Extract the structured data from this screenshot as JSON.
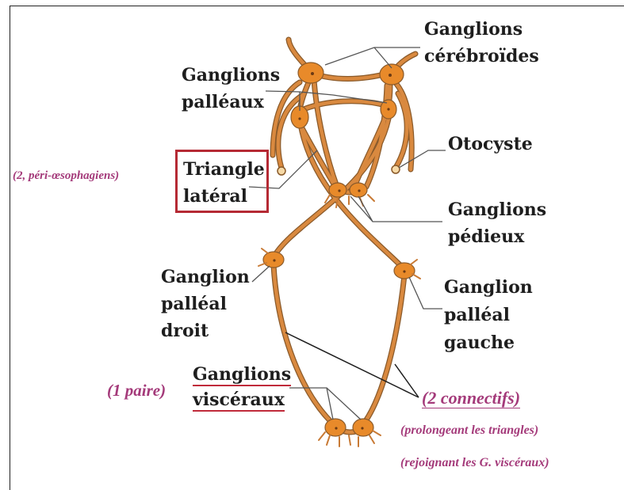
{
  "labels": {
    "ganglions_cerebroides_1": "Ganglions",
    "ganglions_cerebroides_2": "cérébroïdes",
    "ganglions_palleaux_1": "Ganglions",
    "ganglions_palleaux_2": "palléaux",
    "otocyste": "Otocyste",
    "triangle_1": "Triangle",
    "triangle_2": "latéral",
    "ganglions_pedieux_1": "Ganglions",
    "ganglions_pedieux_2": "pédieux",
    "ganglion_droit_1": "Ganglion",
    "ganglion_droit_2": "palléal",
    "ganglion_droit_3": "droit",
    "ganglion_gauche_1": "Ganglion",
    "ganglion_gauche_2": "palléal",
    "ganglion_gauche_3": "gauche",
    "visceraux_1": "Ganglions",
    "visceraux_2": "viscéraux"
  },
  "notes": {
    "peri_oesophagiens": "(2, péri-œsophagiens)",
    "une_paire": "(1 paire)",
    "deux_connectifs": "(2 connectifs)",
    "prolongeant": "(prolongeant les triangles)",
    "rejoignant": "(rejoignant les G. viscéraux)"
  },
  "colors": {
    "nerve": "#d9893f",
    "nerve_outline": "#8a5a2a",
    "ganglion": "#e88a2a",
    "note": "#a43a7a",
    "box": "#b52a34"
  }
}
